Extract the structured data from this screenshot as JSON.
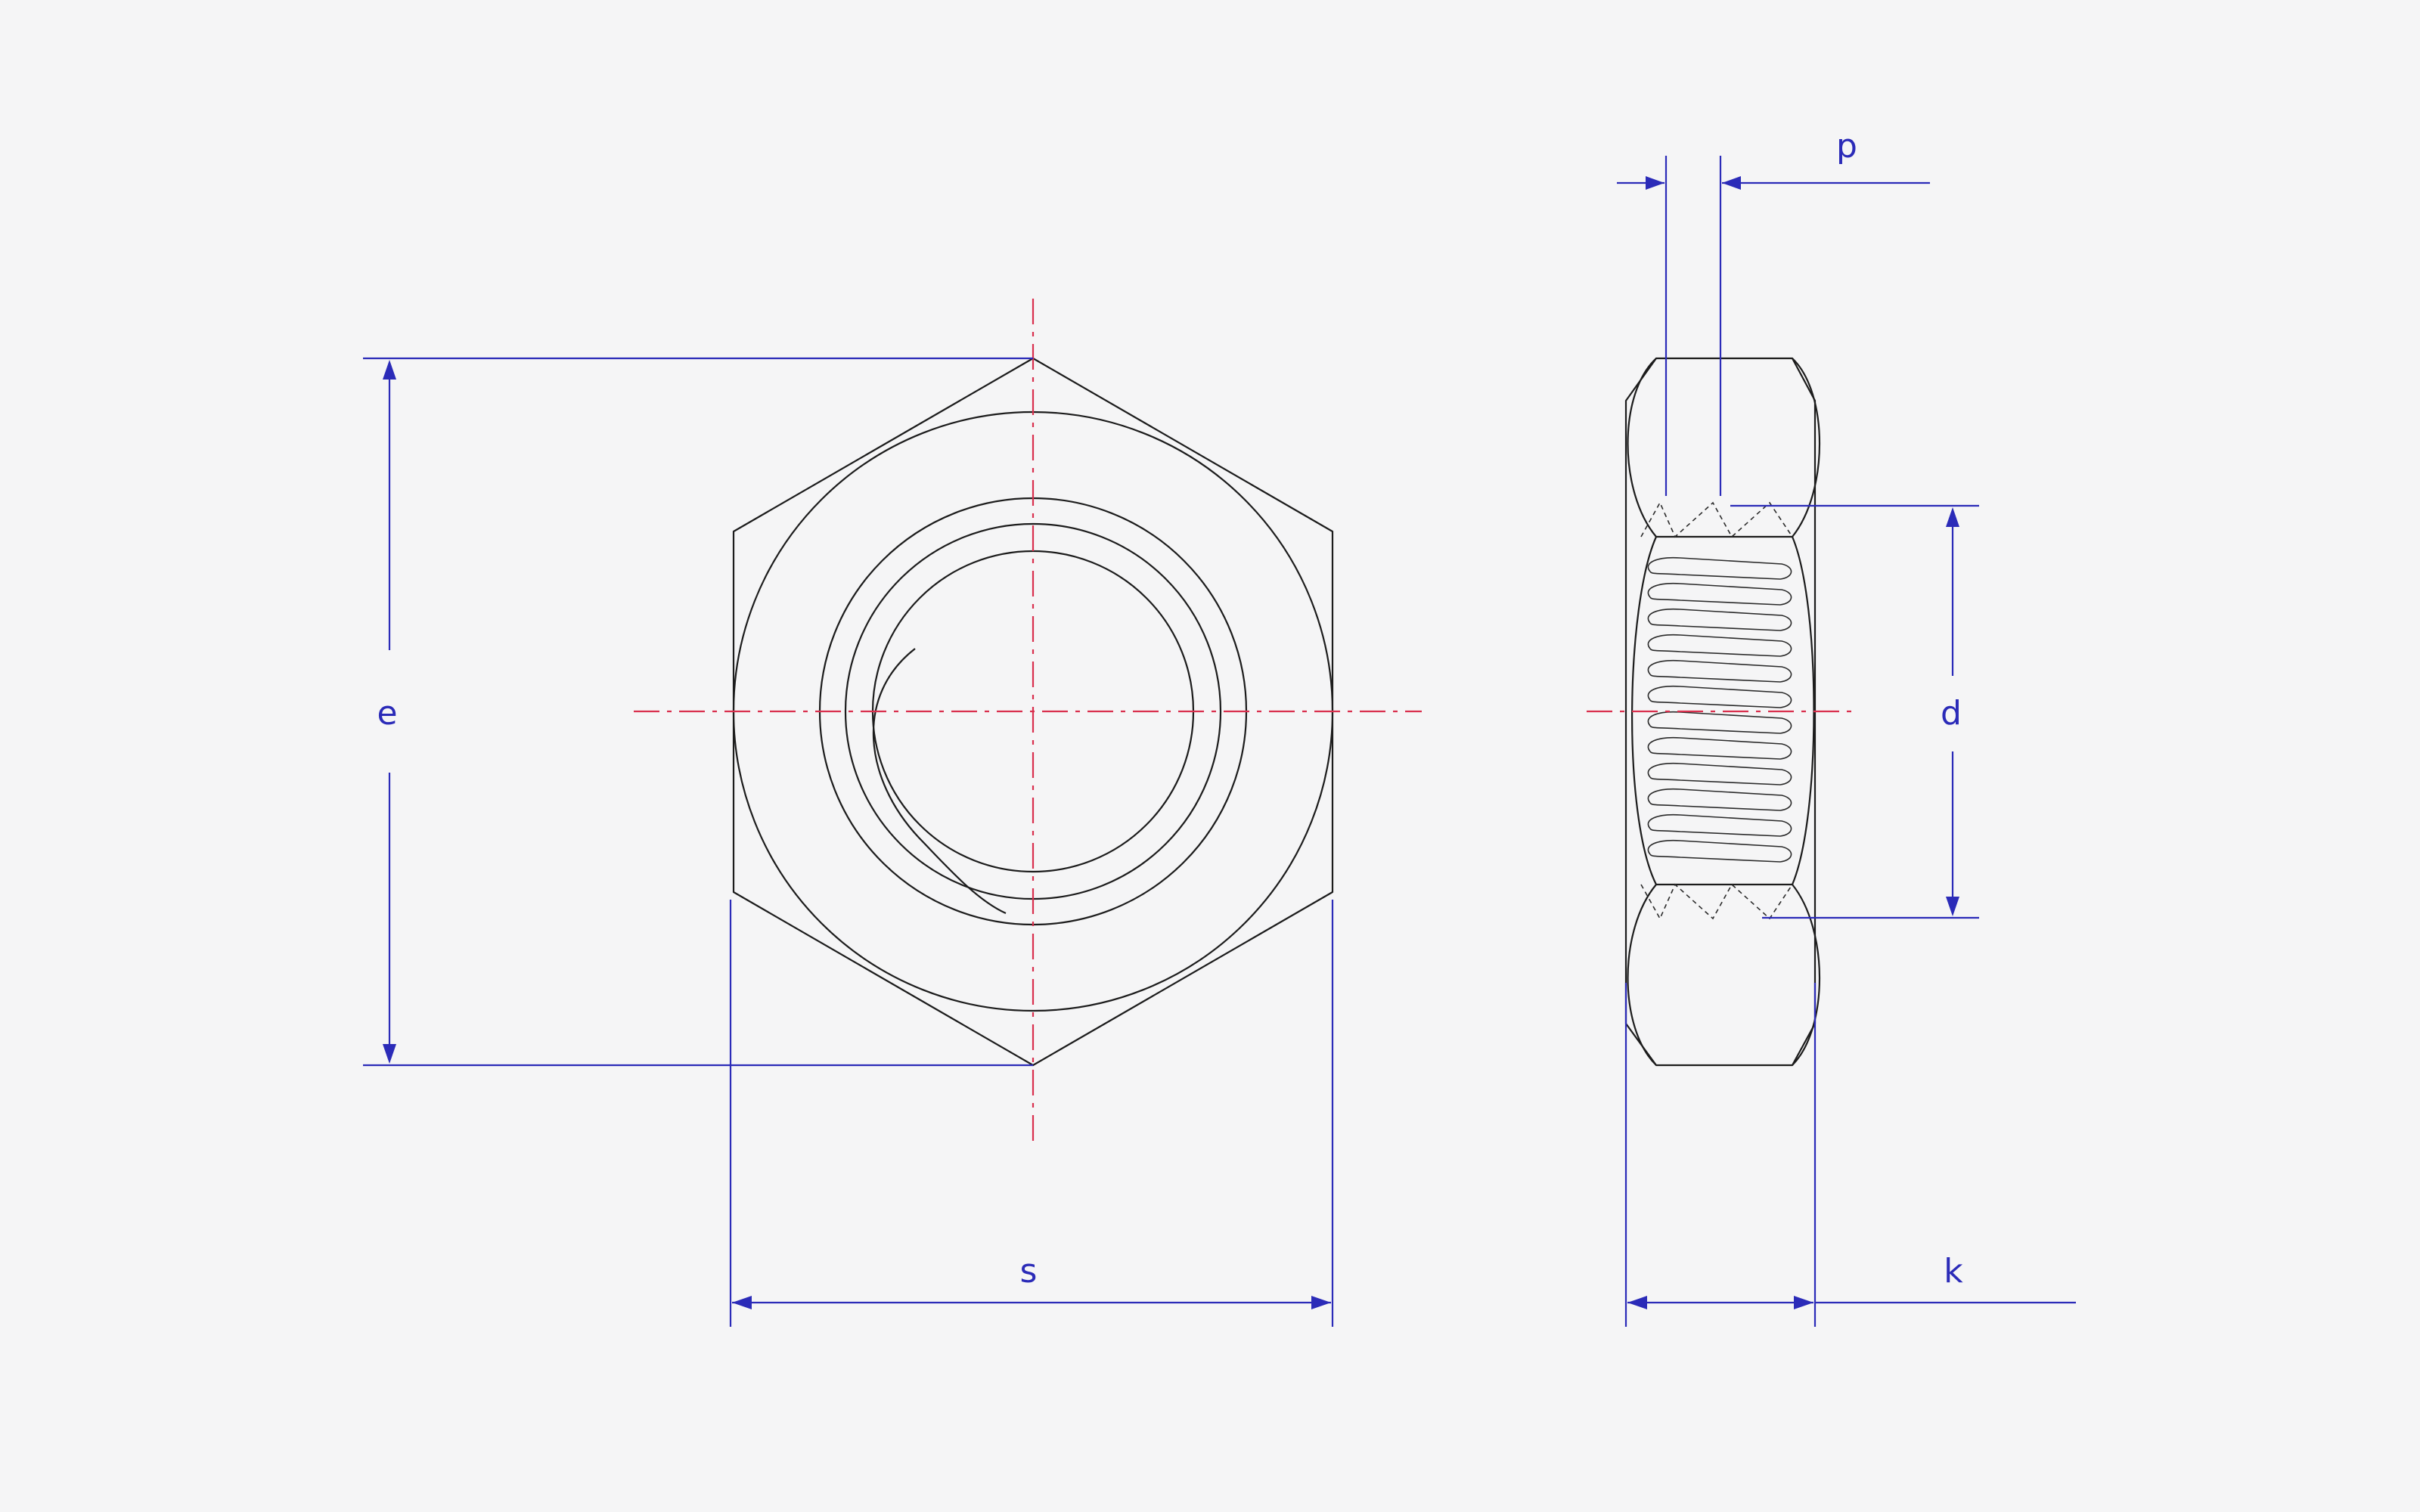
{
  "labels": {
    "e": "e",
    "s": "s",
    "p": "p",
    "d": "d",
    "k": "k"
  },
  "colors": {
    "outline": "#1c1c1c",
    "dimension": "#2b2bb8",
    "centerline": "#d9304e",
    "background": "#f5f5f6"
  }
}
